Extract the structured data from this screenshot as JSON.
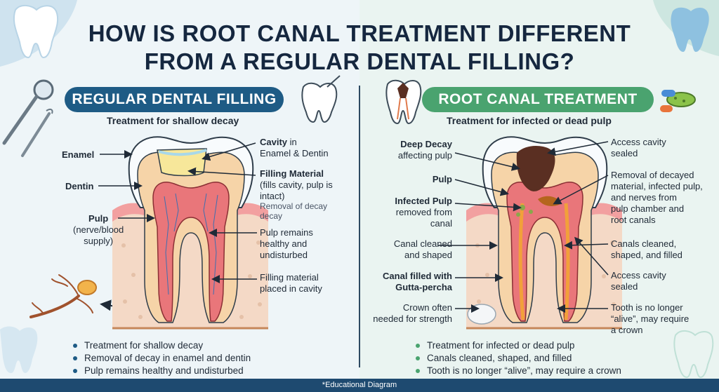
{
  "title": {
    "line1": "HOW IS ROOT CANAL TREATMENT DIFFERENT",
    "line2": "FROM A REGULAR DENTAL FILLING?"
  },
  "left": {
    "heading": "REGULAR DENTAL FILLING",
    "subtitle": "Treatment for shallow decay",
    "labels": {
      "enamel": "Enamel",
      "dentin": "Dentin",
      "pulp_title": "Pulp",
      "pulp_desc1": "(nerve/blood",
      "pulp_desc2": "supply)",
      "cavity_title": "Cavity",
      "cavity_in": " in",
      "cavity_desc": "Enamel & Dentin",
      "filling_title": "Filling Material",
      "filling_desc1": "(fills cavity, pulp is",
      "filling_desc2": "intact)",
      "removal1": "Removal of decay",
      "removal2": "decay",
      "pulp_remains1": "Pulp remains",
      "pulp_remains2": "healthy and",
      "pulp_remains3": "undisturbed",
      "placed1": "Filling material",
      "placed2": "placed in cavity"
    },
    "bullets": [
      "Treatment for shallow decay",
      "Removal of decay in enamel and dentin",
      "Pulp remains healthy and undisturbed"
    ]
  },
  "right": {
    "heading": "ROOT CANAL TREATMENT",
    "subtitle": "Treatment for infected or dead pulp",
    "labels": {
      "deep1": "Deep Decay",
      "deep2": "affecting pulp",
      "pulp": "Pulp",
      "infected1": "Infected Pulp",
      "infected2": "removed from",
      "infected3": "canal",
      "canal1": "Canal cleaned",
      "canal2": "and shaped",
      "gutta1": "Canal filled with",
      "gutta2": "Gutta-percha",
      "crown1": "Crown often",
      "crown2": "needed for strength",
      "access1": "Access cavity",
      "access2": "sealed",
      "removal1": "Removal of decayed",
      "removal2": "material, infected pulp,",
      "removal3": "and nerves from",
      "removal4": "pulp chamber and",
      "removal5": "root canals",
      "canals1": "Canals cleaned,",
      "canals2": "shaped, and filled",
      "access_b1": "Access cavity",
      "access_b2": "sealed",
      "alive1": "Tooth is no longer",
      "alive2": "“alive”, may require",
      "alive3": "a crown"
    },
    "bullets": [
      "Treatment for infected or dead pulp",
      "Canals cleaned, shaped, and filled",
      "Tooth is no longer “alive”, may require a crown"
    ]
  },
  "footer": "*Educational Diagram",
  "colors": {
    "left_accent": "#1e5b85",
    "right_accent": "#4aa36f",
    "footer": "#1e4a70"
  }
}
